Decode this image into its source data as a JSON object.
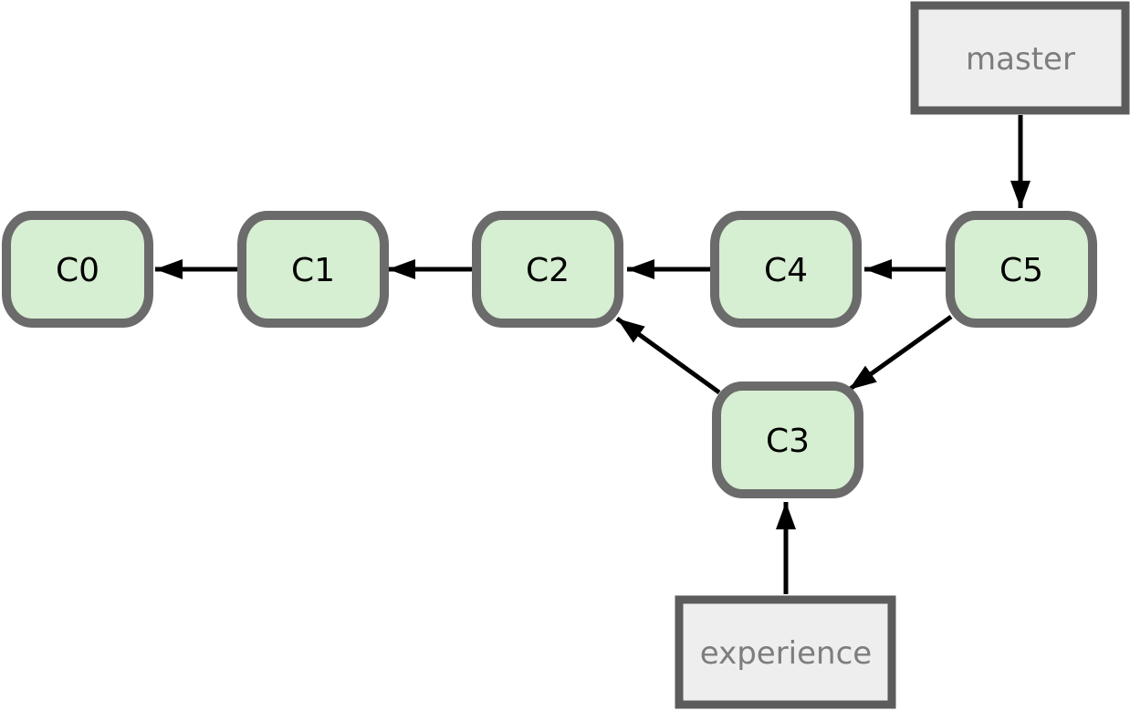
{
  "commits": [
    {
      "label": "C0"
    },
    {
      "label": "C1"
    },
    {
      "label": "C2"
    },
    {
      "label": "C3"
    },
    {
      "label": "C4"
    },
    {
      "label": "C5"
    }
  ],
  "branches": [
    {
      "label": "master",
      "points_to": "C5"
    },
    {
      "label": "experience",
      "points_to": "C3"
    }
  ],
  "edges": [
    {
      "from": "C1",
      "to": "C0"
    },
    {
      "from": "C2",
      "to": "C1"
    },
    {
      "from": "C4",
      "to": "C2"
    },
    {
      "from": "C5",
      "to": "C4"
    },
    {
      "from": "C3",
      "to": "C2"
    },
    {
      "from": "C5",
      "to": "C3"
    }
  ],
  "colors": {
    "commit_fill": "#d6eed1",
    "commit_border": "#6b6b6b",
    "commit_text": "#000000",
    "branch_fill": "#eeeeee",
    "branch_border": "#5c5c5c",
    "branch_text": "#7d7d7d",
    "arrow": "#000000",
    "background": "#ffffff"
  }
}
